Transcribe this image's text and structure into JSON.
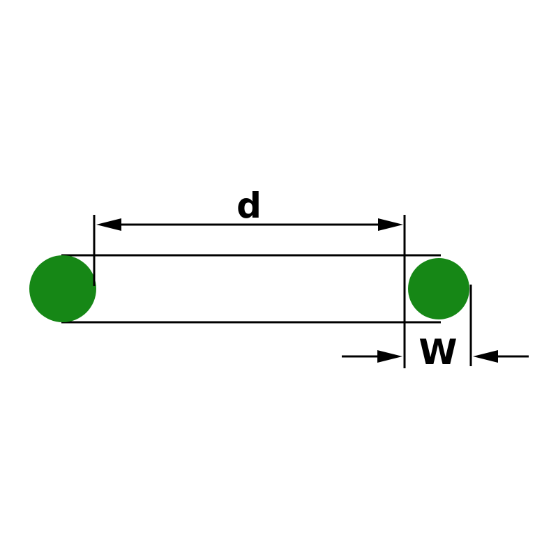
{
  "diagram": {
    "type": "technical-drawing",
    "subject": "O-ring cross-section dimension diagram",
    "labels": {
      "diameter": "d",
      "width": "W"
    },
    "colors": {
      "ring_fill": "#168716",
      "stroke": "#000000",
      "background": "#ffffff"
    }
  }
}
